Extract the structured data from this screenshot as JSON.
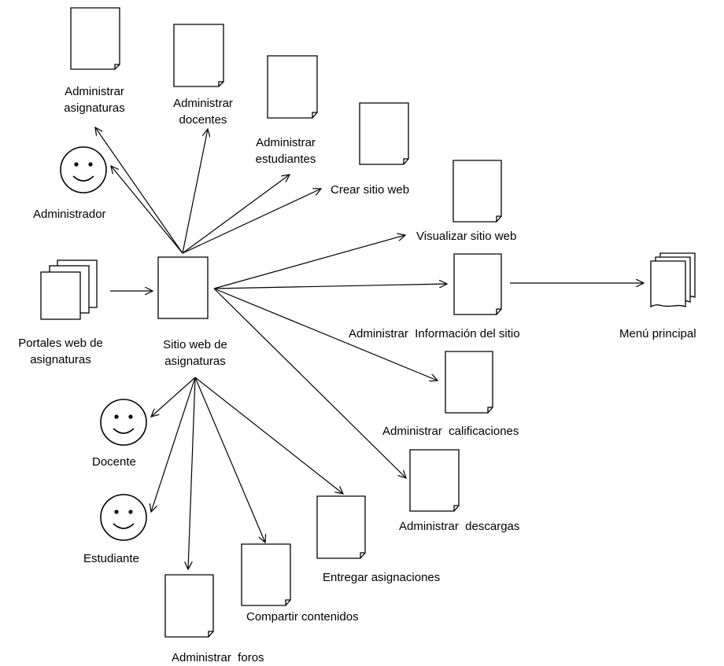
{
  "diagram": {
    "actors": {
      "administrador": "Administrador",
      "docente": "Docente",
      "estudiante": "Estudiante"
    },
    "center": "Sitio web de asignaturas",
    "portales": "Portales web de asignaturas",
    "pages": {
      "adm_asignaturas": "Administrar asignaturas",
      "adm_docentes": "Administrar docentes",
      "adm_estudiantes": "Administrar estudiantes",
      "crear_sitio": "Crear sitio web",
      "visualizar_sitio": "Visualizar sitio web",
      "adm_info": "Administrar  Información del sitio",
      "menu_principal": "Menú principal",
      "adm_calificaciones": "Administrar  calificaciones",
      "adm_descargas": "Administrar  descargas",
      "entregar_asignaciones": "Entregar asignaciones",
      "compartir_contenidos": "Compartir contenidos",
      "adm_foros": "Administrar  foros"
    }
  }
}
